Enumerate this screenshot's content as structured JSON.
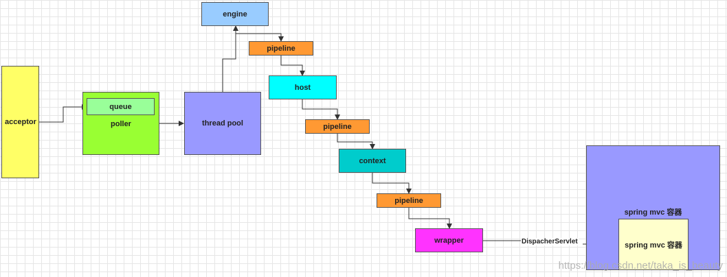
{
  "nodes": {
    "acceptor": "acceptor",
    "queue": "queue",
    "poller": "poller",
    "thread_pool": "thread pool",
    "engine": "engine",
    "pipeline_1": "pipeline",
    "host": "host",
    "pipeline_2": "pipeline",
    "context": "context",
    "pipeline_3": "pipeline",
    "wrapper": "wrapper",
    "spring_outer": "spring mvc 容器",
    "spring_inner": "spring mvc 容器"
  },
  "edge_labels": {
    "dispatcher": "DispacherServlet"
  },
  "watermark": "https://blog.csdn.net/taka_is_beauty",
  "colors": {
    "acceptor": "#ffff66",
    "poller": "#99ff33",
    "queue": "#99ff99",
    "thread_pool": "#9999ff",
    "engine": "#99ccff",
    "pipeline": "#ff9933",
    "host": "#00ffff",
    "context": "#00cccc",
    "wrapper": "#ff33ff",
    "spring_outer": "#9999ff",
    "spring_inner": "#ffffcc"
  }
}
